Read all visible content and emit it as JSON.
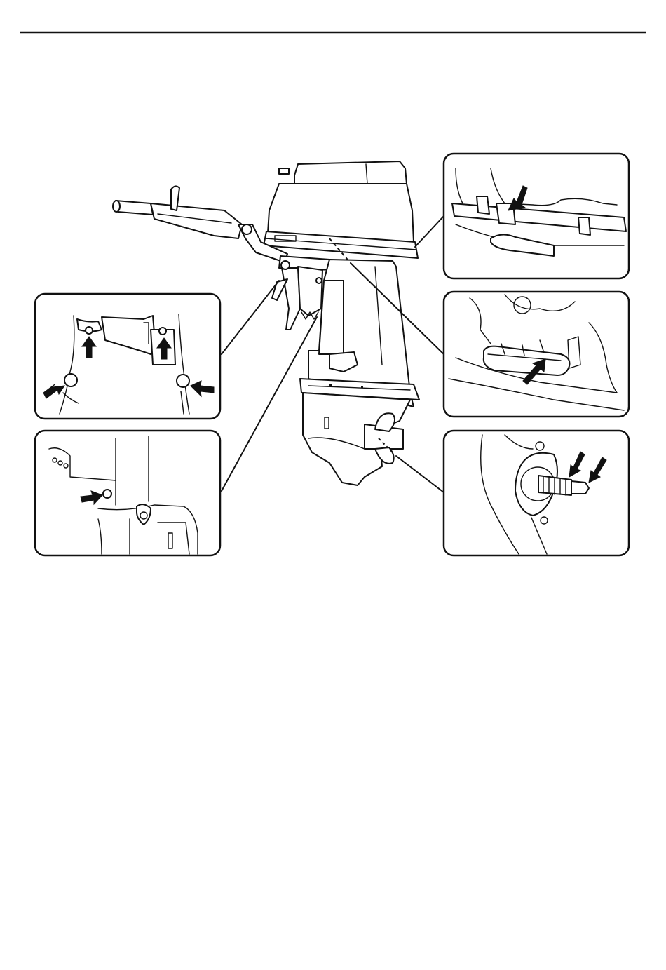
{
  "document": {
    "language": "",
    "page_number": "",
    "colors": {
      "ink": "#111111",
      "paper": "#ffffff"
    }
  },
  "illustration": {
    "subject": "outboard-motor",
    "callouts": [
      {
        "id": "tiller-bracket-bolts",
        "position_word": "left-upper"
      },
      {
        "id": "lower-mount-bolt",
        "position_word": "left-lower"
      },
      {
        "id": "cowling-latch",
        "position_word": "right-top"
      },
      {
        "id": "lower-cowling-seal",
        "position_word": "right-middle"
      },
      {
        "id": "propeller-shaft-nut",
        "position_word": "right-bottom"
      }
    ]
  }
}
